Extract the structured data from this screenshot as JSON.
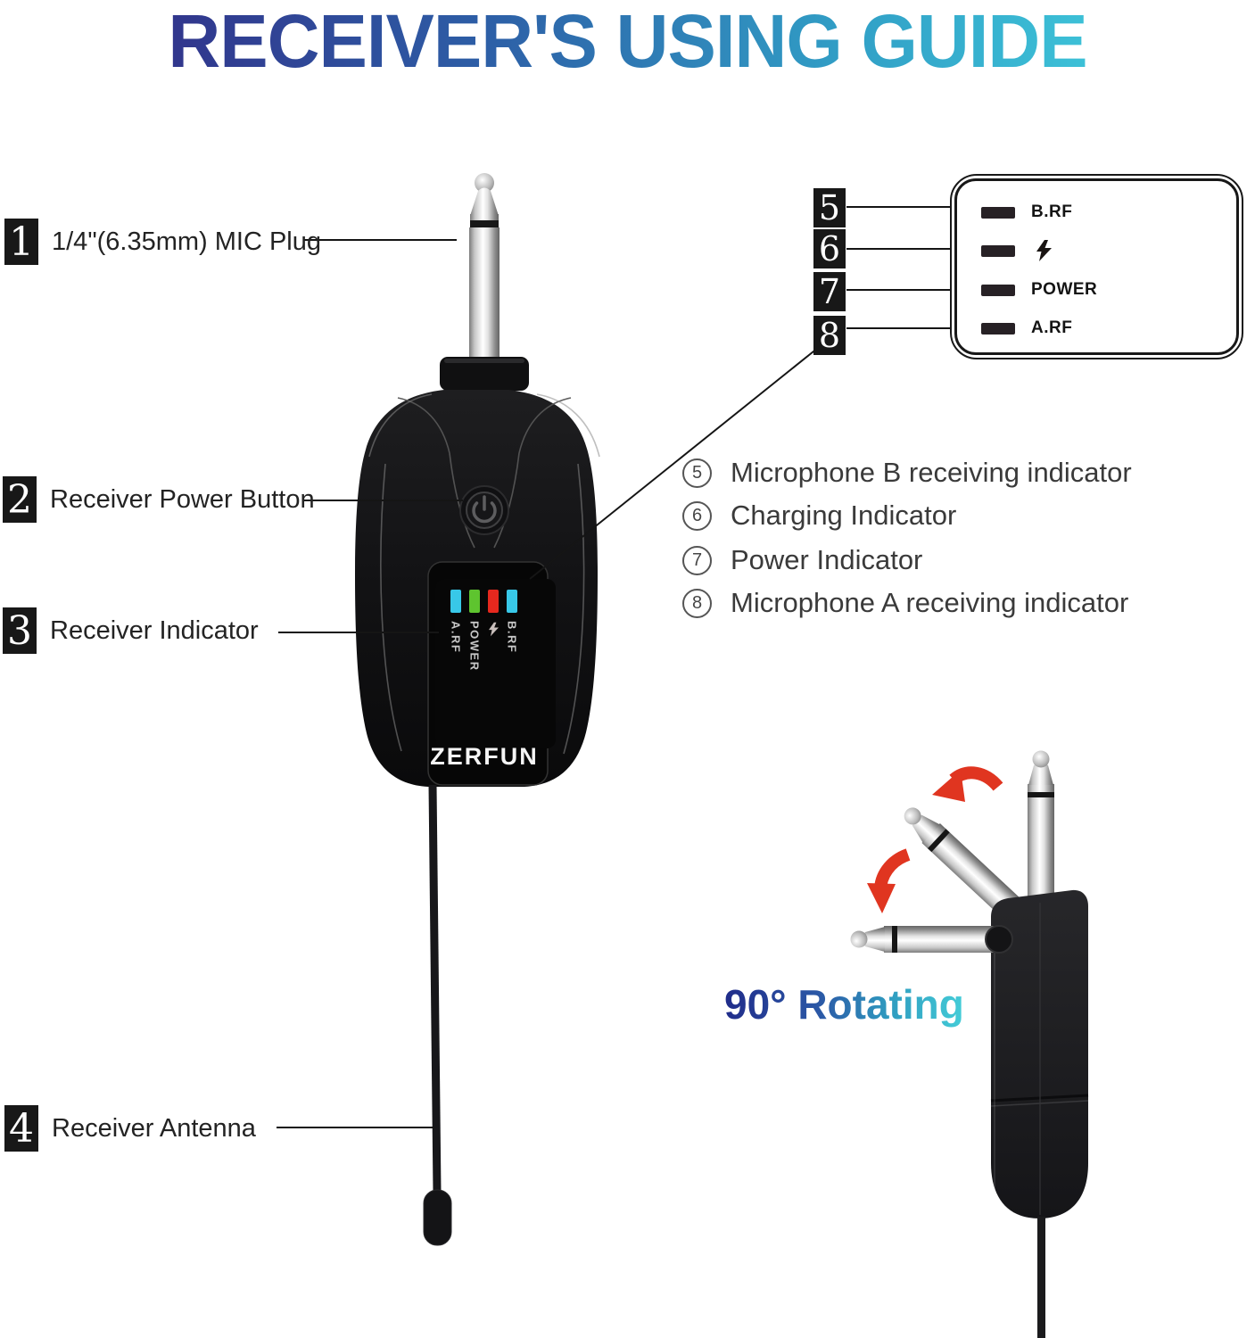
{
  "title": "RECEIVER'S USING GUIDE",
  "brand": "ZERFUN",
  "callouts_left": [
    {
      "num": "1",
      "label": "1/4\"(6.35mm) MIC Plug"
    },
    {
      "num": "2",
      "label": "Receiver Power Button"
    },
    {
      "num": "3",
      "label": "Receiver Indicator"
    },
    {
      "num": "4",
      "label": "Receiver Antenna"
    }
  ],
  "indicator_panel": {
    "rows": [
      {
        "num": "5",
        "label": "B.RF",
        "icon": ""
      },
      {
        "num": "6",
        "label": "",
        "icon": "lightning-bolt"
      },
      {
        "num": "7",
        "label": "POWER",
        "icon": ""
      },
      {
        "num": "8",
        "label": "A.RF",
        "icon": ""
      }
    ]
  },
  "legend": [
    {
      "num": "5",
      "text": "Microphone B receiving indicator"
    },
    {
      "num": "6",
      "text": "Charging Indicator"
    },
    {
      "num": "7",
      "text": "Power Indicator"
    },
    {
      "num": "8",
      "text": "Microphone A receiving indicator"
    }
  ],
  "display": {
    "columns": [
      {
        "label": "A.RF",
        "icon": "",
        "led_color": "#38c8e8"
      },
      {
        "label": "POWER",
        "icon": "",
        "led_color": "#5ec42f"
      },
      {
        "label": "",
        "icon": "lightning-bolt",
        "led_color": "#e6281e"
      },
      {
        "label": "B.RF",
        "icon": "",
        "led_color": "#38c8e8"
      }
    ]
  },
  "rotating_caption": "90° Rotating",
  "colors": {
    "title_gradient": [
      "#322c86",
      "#2d5ea6",
      "#41cede"
    ],
    "caption_gradient": [
      "#202c8a",
      "#43cbd7"
    ],
    "arrow_red": "#e03520",
    "led_cyan": "#38c8e8",
    "led_green": "#5ec42f",
    "led_red": "#e6281e",
    "device_black": "#121214"
  }
}
